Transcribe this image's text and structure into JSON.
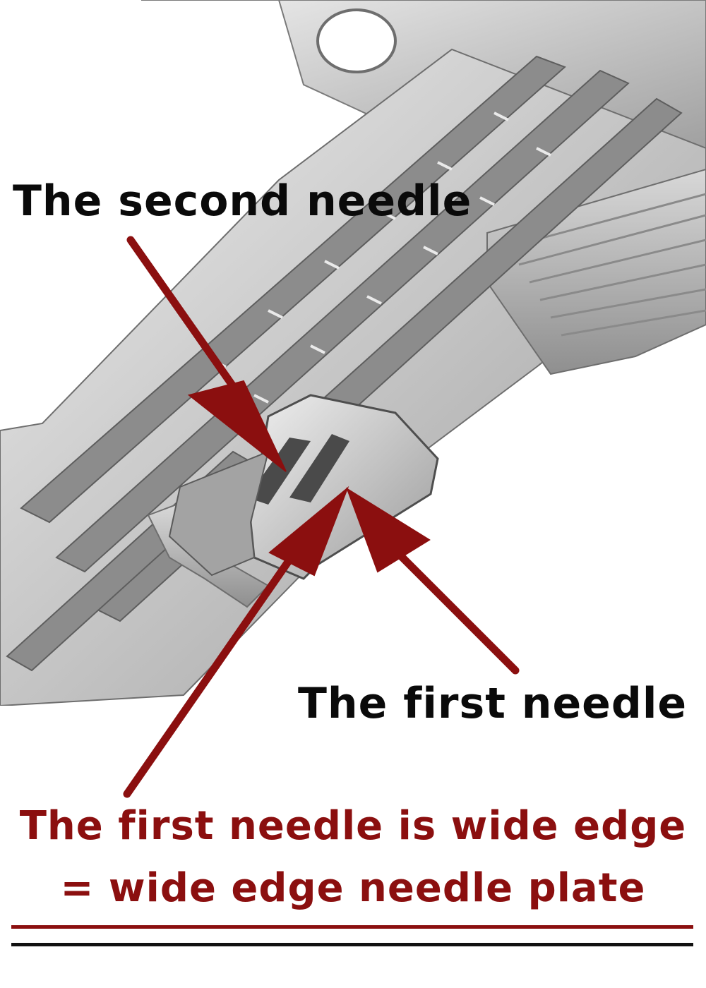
{
  "colors": {
    "background": "#ffffff",
    "label_text": "#0a0a0a",
    "accent": "#8b0f0f",
    "rule_black": "#111111",
    "metal_light": "#e4e4e4",
    "metal_mid": "#b9b9b9",
    "metal_dark": "#6e6e6e"
  },
  "labels": {
    "second_needle": "The second needle",
    "first_needle": "The first needle"
  },
  "caption": {
    "line1": "The first needle is wide edge",
    "line2": "= wide edge needle plate"
  },
  "icons": {
    "arrow": "arrow-icon"
  }
}
